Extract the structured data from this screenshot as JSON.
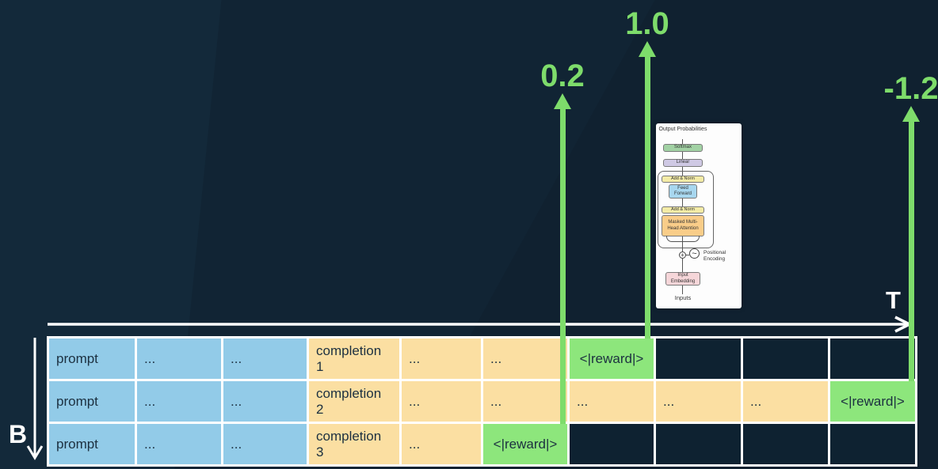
{
  "axes": {
    "t_label": "T",
    "b_label": "B"
  },
  "reward_arrows": [
    {
      "label": "0.2",
      "source": "row 3 <|reward|> cell"
    },
    {
      "label": "1.0",
      "source": "row 1 <|reward|> cell"
    },
    {
      "label": "-1.2",
      "source": "row 2 <|reward|> cell"
    }
  ],
  "colors": {
    "background": "#13293a",
    "prompt_cell": "#92cbe8",
    "completion_cell": "#fbdfa2",
    "reward_cell": "#8de67c",
    "empty_cell": "#0e2231",
    "arrow_green": "#7edc6b",
    "cell_text": "#1c3040"
  },
  "table": {
    "rows": [
      {
        "cells": [
          {
            "text": "prompt",
            "type": "prompt"
          },
          {
            "text": "...",
            "type": "prompt"
          },
          {
            "text": "...",
            "type": "prompt"
          },
          {
            "text": "completion 1",
            "type": "completion"
          },
          {
            "text": "...",
            "type": "completion"
          },
          {
            "text": "...",
            "type": "completion"
          },
          {
            "text": "<|reward|>",
            "type": "reward"
          },
          {
            "text": "",
            "type": "empty"
          },
          {
            "text": "",
            "type": "empty"
          },
          {
            "text": "",
            "type": "empty"
          }
        ]
      },
      {
        "cells": [
          {
            "text": "prompt",
            "type": "prompt"
          },
          {
            "text": "...",
            "type": "prompt"
          },
          {
            "text": "...",
            "type": "prompt"
          },
          {
            "text": "completion 2",
            "type": "completion"
          },
          {
            "text": "...",
            "type": "completion"
          },
          {
            "text": "...",
            "type": "completion"
          },
          {
            "text": "...",
            "type": "completion"
          },
          {
            "text": "...",
            "type": "completion"
          },
          {
            "text": "...",
            "type": "completion"
          },
          {
            "text": "<|reward|>",
            "type": "reward"
          }
        ]
      },
      {
        "cells": [
          {
            "text": "prompt",
            "type": "prompt"
          },
          {
            "text": "...",
            "type": "prompt"
          },
          {
            "text": "...",
            "type": "prompt"
          },
          {
            "text": "completion 3",
            "type": "completion"
          },
          {
            "text": "...",
            "type": "completion"
          },
          {
            "text": "<|reward|>",
            "type": "reward"
          },
          {
            "text": "",
            "type": "empty"
          },
          {
            "text": "",
            "type": "empty"
          },
          {
            "text": "",
            "type": "empty"
          },
          {
            "text": "",
            "type": "empty"
          }
        ]
      }
    ]
  },
  "transformer": {
    "output_label": "Output Probabilities",
    "softmax_label": "Softmax",
    "linear_label": "Linear",
    "add_norm_1_label": "Add & Norm",
    "feed_forward_label": "Feed Forward",
    "add_norm_2_label": "Add & Norm",
    "masked_attention_label": "Masked Multi-Head Attention",
    "positional_label": "Positional Encoding",
    "plus_symbol": "+",
    "sine_symbol": "~",
    "input_embedding_label": "Input Embedding",
    "inputs_label": "Inputs"
  }
}
